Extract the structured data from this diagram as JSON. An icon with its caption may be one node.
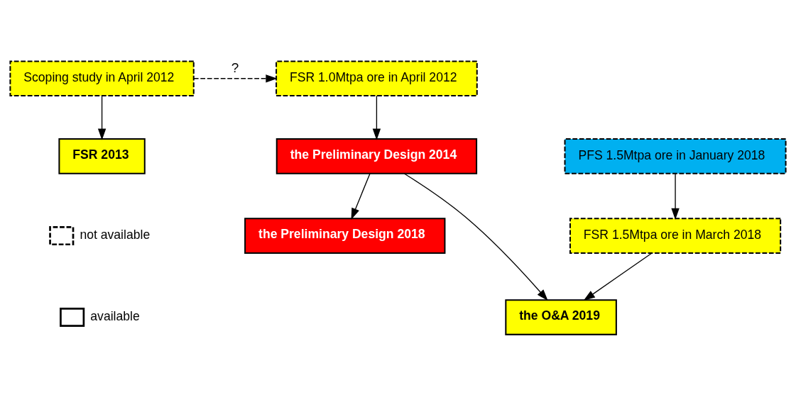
{
  "diagram": {
    "nodes": [
      {
        "text": [
          "Scoping study in April 2012"
        ]
      },
      {
        "text": [
          "FSR 1.0Mtpa ore in April 2012"
        ]
      },
      {
        "text": [
          "FSR 2013"
        ]
      },
      {
        "text": [
          "the Preliminary Design 2014"
        ]
      },
      {
        "text": [
          "PFS 1.5Mtpa ore in January 2018"
        ]
      },
      {
        "text": [
          "FSR 1.5Mtpa ore in March 2018"
        ]
      },
      {
        "text": [
          "the Preliminary Design 2018"
        ]
      },
      {
        "text": [
          "the O&A 2019"
        ]
      }
    ],
    "edges": [
      {
        "from": 0,
        "to": 1,
        "arrow": "to",
        "style": "dashed",
        "label": "?"
      },
      {
        "from": 0,
        "to": 2,
        "arrow": "to"
      },
      {
        "from": 1,
        "to": 3,
        "arrow": "to"
      },
      {
        "from": 3,
        "to": 6,
        "arrow": "to"
      },
      {
        "from": 3,
        "to": 7,
        "arrow": "to"
      },
      {
        "from": 4,
        "to": 5,
        "arrow": "to"
      },
      {
        "from": 5,
        "to": 7,
        "arrow": "to"
      }
    ],
    "legend": [
      {
        "text": "not available"
      },
      {
        "text": "available"
      }
    ]
  }
}
